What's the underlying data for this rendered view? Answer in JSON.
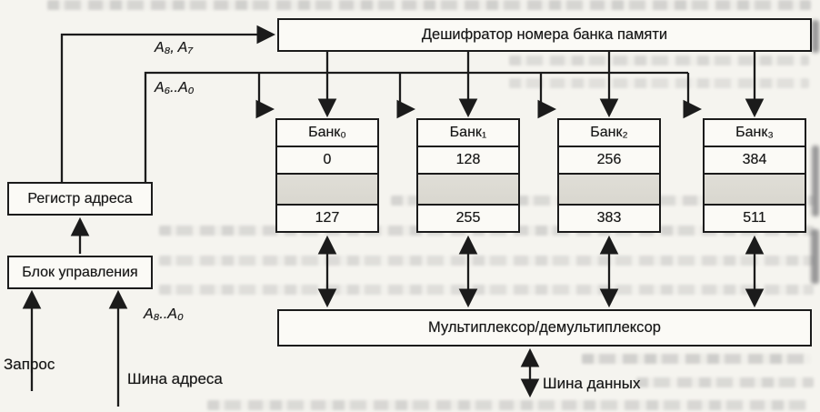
{
  "figure": {
    "decoder_label": "Дешифратор номера банка памяти",
    "mux_label": "Мультиплексор/демультиплексор",
    "address_register_label": "Регистр адреса",
    "control_unit_label": "Блок управления",
    "banks": [
      {
        "label": "Банк₀",
        "first_address": "0",
        "last_address": "127"
      },
      {
        "label": "Банк₁",
        "first_address": "128",
        "last_address": "255"
      },
      {
        "label": "Банк₂",
        "first_address": "256",
        "last_address": "383"
      },
      {
        "label": "Банк₃",
        "first_address": "384",
        "last_address": "511"
      }
    ],
    "signals": {
      "a8_a7": "A₈, A₇",
      "a6_a0": "A₆..A₀",
      "a8_a0": "A₈..A₀",
      "request": "Запрос",
      "address_bus": "Шина адреса",
      "data_bus": "Шина данных"
    },
    "colors": {
      "line": "#1b1b1b",
      "paper": "#f5f4ef",
      "box_background": "#fbfaf6",
      "omitted_row_shade": "#dcdad3"
    }
  }
}
